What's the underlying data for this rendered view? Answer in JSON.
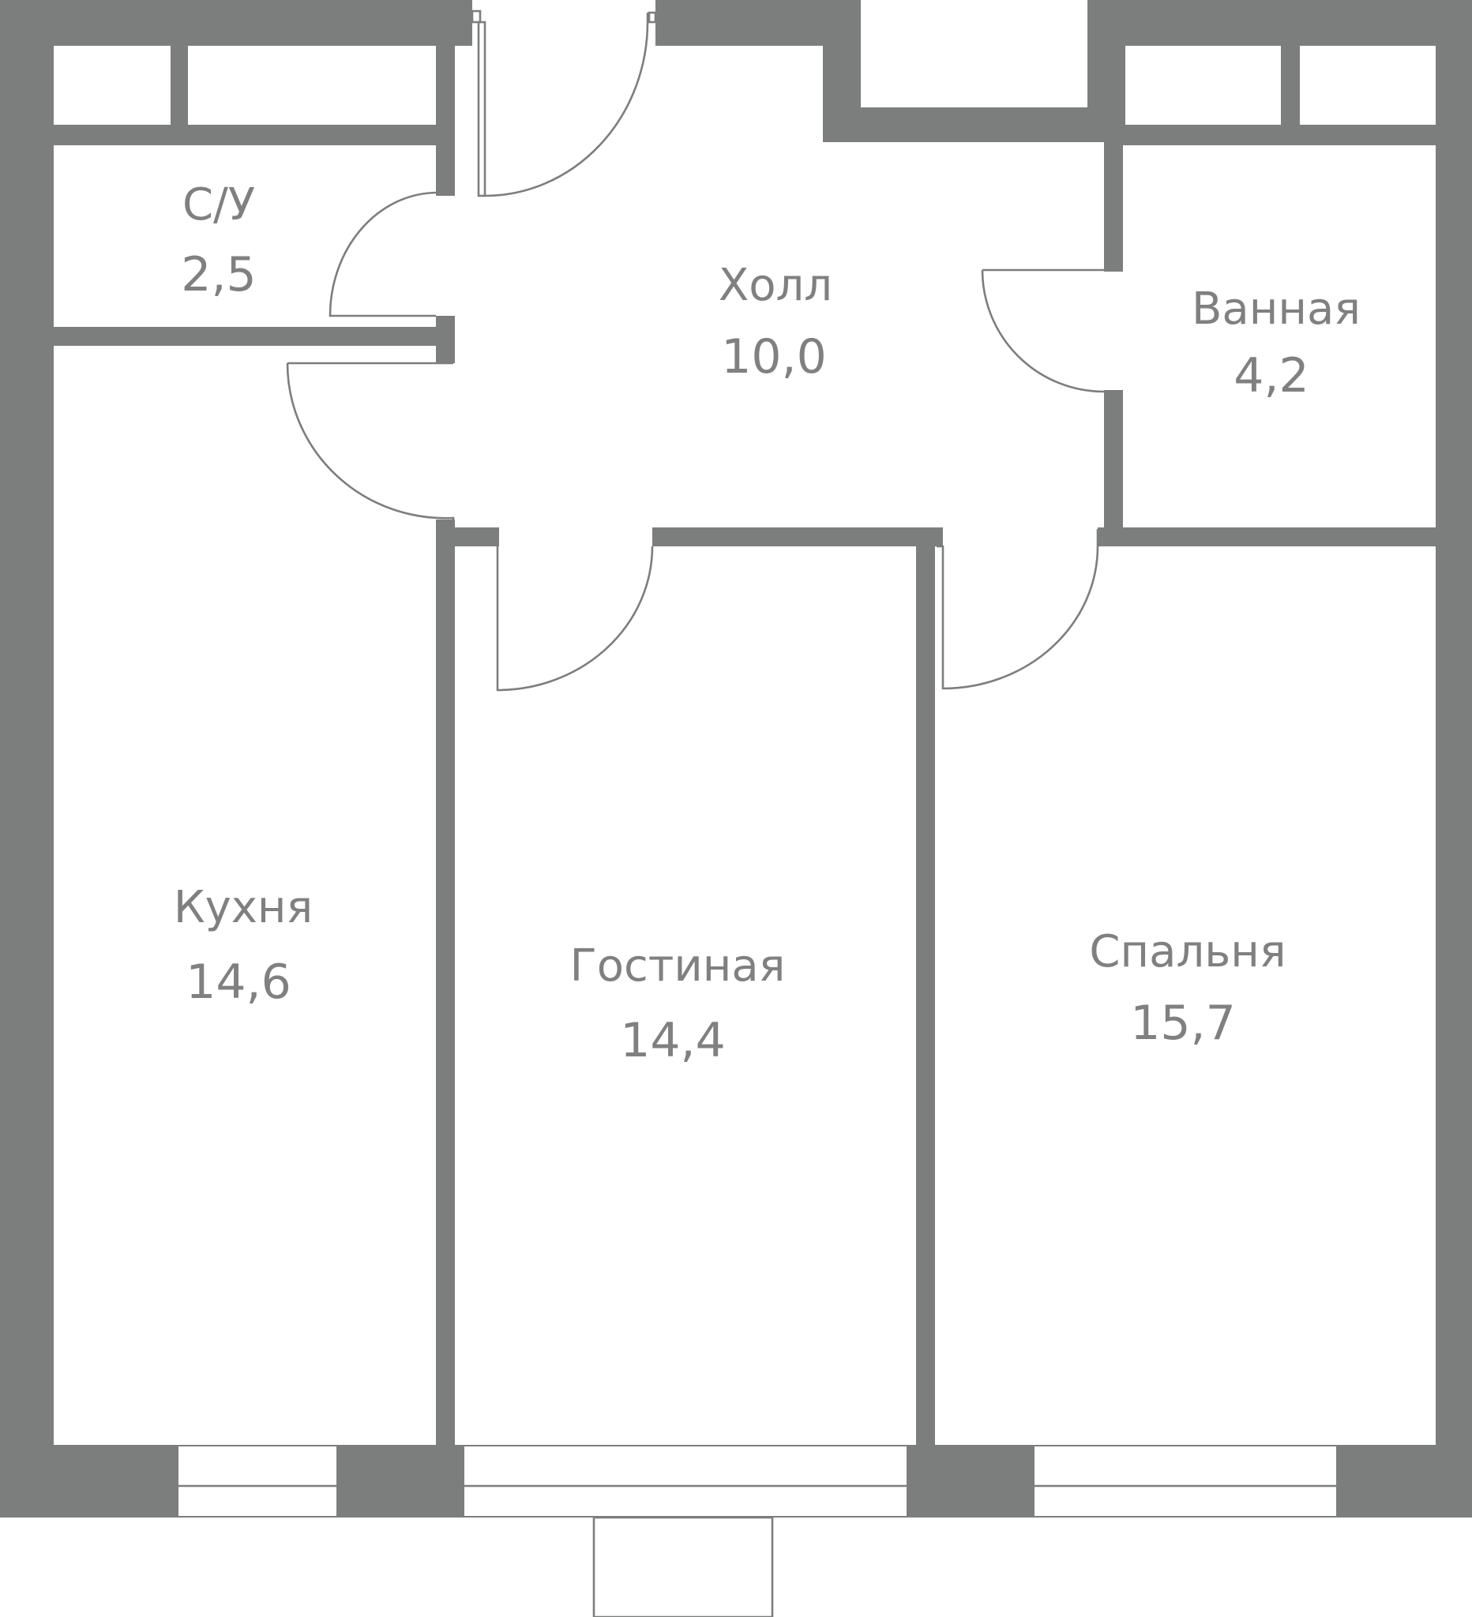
{
  "rooms": [
    {
      "id": "wc",
      "name": "С/У",
      "area": "2,5"
    },
    {
      "id": "hall",
      "name": "Холл",
      "area": "10,0"
    },
    {
      "id": "bathroom",
      "name": "Ванная",
      "area": "4,2"
    },
    {
      "id": "kitchen",
      "name": "Кухня",
      "area": "14,6"
    },
    {
      "id": "living",
      "name": "Гостиная",
      "area": "14,4"
    },
    {
      "id": "bedroom",
      "name": "Спальня",
      "area": "15,7"
    }
  ],
  "colors": {
    "wall": "#7c7e7d",
    "label": "#808080",
    "background": "#ffffff"
  }
}
